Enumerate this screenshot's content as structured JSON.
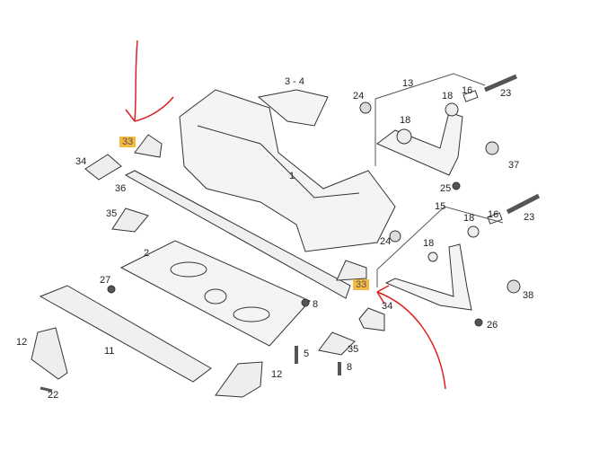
{
  "highlight_color": "#f5b942",
  "annotation_color": "#e02020",
  "labels": [
    {
      "id": "3-4",
      "t": "3 - 4"
    },
    {
      "id": "13",
      "t": "13"
    },
    {
      "id": "24a",
      "t": "24"
    },
    {
      "id": "18a",
      "t": "18"
    },
    {
      "id": "16a",
      "t": "16"
    },
    {
      "id": "23a",
      "t": "23"
    },
    {
      "id": "18b",
      "t": "18"
    },
    {
      "id": "33a",
      "t": "33"
    },
    {
      "id": "34a",
      "t": "34"
    },
    {
      "id": "1",
      "t": "1"
    },
    {
      "id": "37",
      "t": "37"
    },
    {
      "id": "36",
      "t": "36"
    },
    {
      "id": "25",
      "t": "25"
    },
    {
      "id": "15",
      "t": "15"
    },
    {
      "id": "18c",
      "t": "18"
    },
    {
      "id": "16b",
      "t": "16"
    },
    {
      "id": "23b",
      "t": "23"
    },
    {
      "id": "35a",
      "t": "35"
    },
    {
      "id": "24b",
      "t": "24"
    },
    {
      "id": "18d",
      "t": "18"
    },
    {
      "id": "2",
      "t": "2"
    },
    {
      "id": "27",
      "t": "27"
    },
    {
      "id": "33b",
      "t": "33"
    },
    {
      "id": "38",
      "t": "38"
    },
    {
      "id": "8a",
      "t": "8"
    },
    {
      "id": "34b",
      "t": "34"
    },
    {
      "id": "26",
      "t": "26"
    },
    {
      "id": "12a",
      "t": "12"
    },
    {
      "id": "11",
      "t": "11"
    },
    {
      "id": "5",
      "t": "5"
    },
    {
      "id": "35b",
      "t": "35"
    },
    {
      "id": "8b",
      "t": "8"
    },
    {
      "id": "12b",
      "t": "12"
    },
    {
      "id": "22",
      "t": "22"
    }
  ]
}
